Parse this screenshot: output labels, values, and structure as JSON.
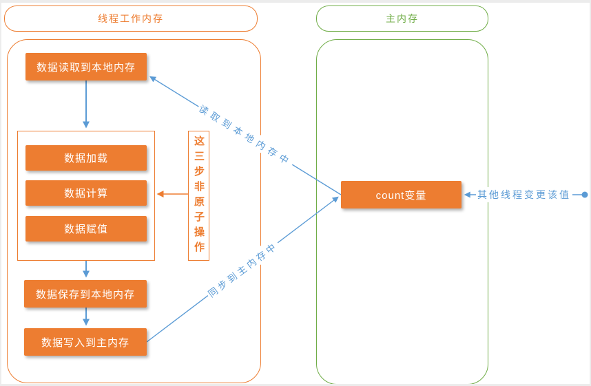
{
  "page": {
    "sections": {
      "thread": {
        "title": "线程工作内存"
      },
      "main": {
        "title": "主内存"
      }
    },
    "nodes": {
      "read_to_local": "数据读取到本地内存",
      "load": "数据加载",
      "compute": "数据计算",
      "assign": "数据赋值",
      "save_to_local": "数据保存到本地内存",
      "write_to_main": "数据写入到主内存",
      "count_var": "count变量"
    },
    "labels": {
      "non_atomic_note": "这三步非原子操作",
      "read_edge": "读取到本地内存中",
      "sync_edge": "同步到主内存中",
      "other_thread_note": "其他线程变更该值"
    },
    "colors": {
      "orange": "#ED7D31",
      "green": "#70AD47",
      "blue": "#5B9BD5",
      "node_text": "#FFFFFF"
    }
  }
}
